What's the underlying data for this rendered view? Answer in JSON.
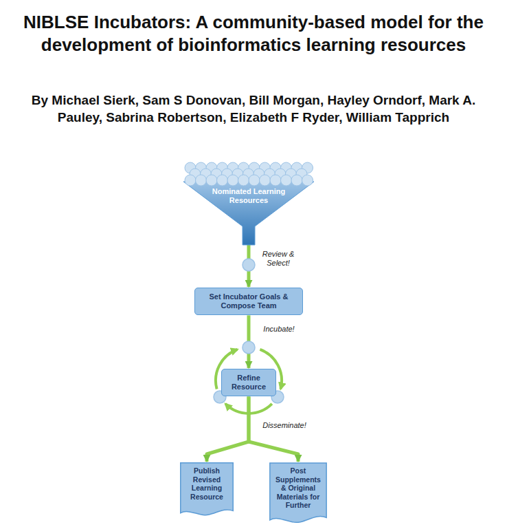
{
  "diagram": {
    "title": "NIBLSE Incubators: A community-based model for the development of bioinformatics learning resources",
    "nodes": [
      {
        "text": [
          "Nominated Learning Resources"
        ]
      },
      {
        "text": [
          "Set Incubator Goals & Compose Team"
        ]
      },
      {
        "text": [
          "Refine Resource"
        ]
      },
      {
        "text": [
          "Publish Revised Learning Resource"
        ]
      },
      {
        "text": [
          "Post Supplements & Original Materials for Further"
        ]
      }
    ],
    "edges": [
      {
        "from": 0,
        "to": 1,
        "arrow": "to",
        "label": "Review & Select!"
      },
      {
        "from": 1,
        "to": 2,
        "arrow": "to",
        "label": "Incubate!"
      },
      {
        "from": 2,
        "to": 3,
        "arrow": "to",
        "label": "Disseminate!"
      },
      {
        "from": 2,
        "to": 4,
        "arrow": "to"
      }
    ],
    "labels": [
      "By Michael Sierk, Sam S Donovan, Bill Morgan, Hayley Orndorf, Mark A. Pauley, Sabrina Robertson, Elizabeth F Ryder, William Tapprich"
    ]
  }
}
